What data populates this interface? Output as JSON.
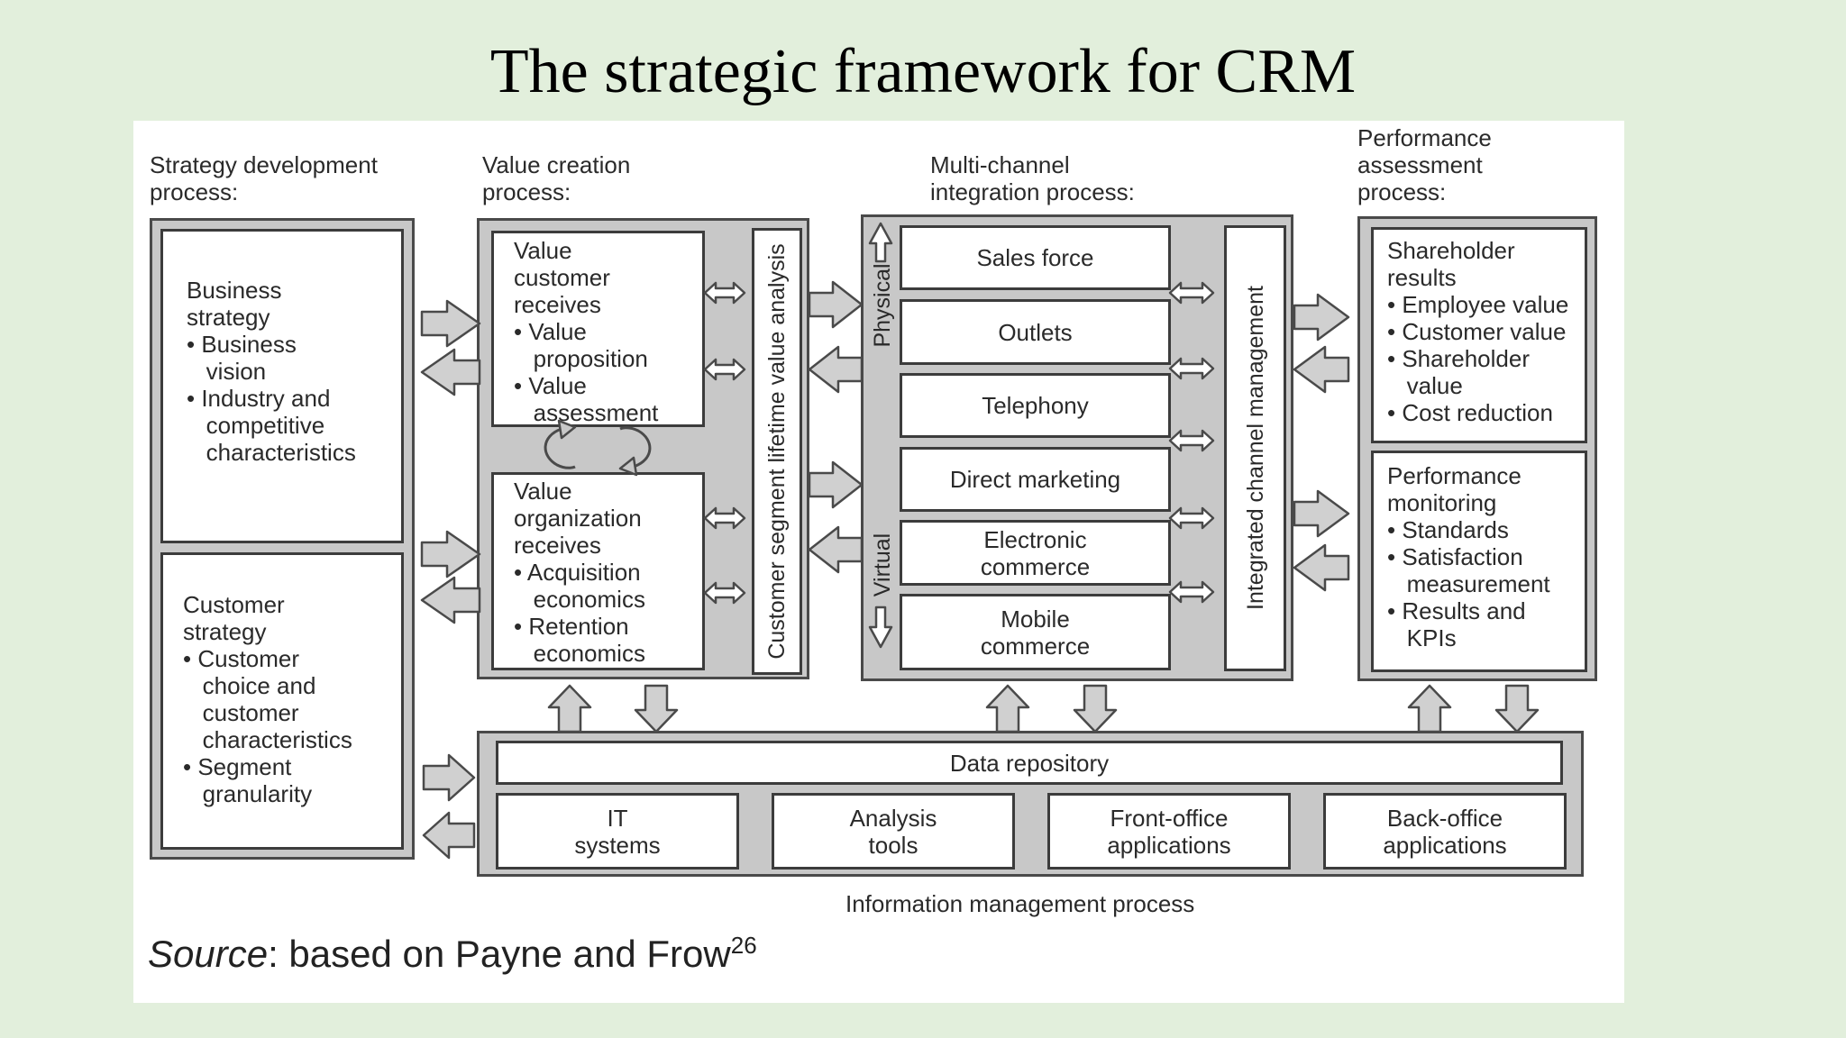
{
  "title": "The strategic framework for CRM",
  "headers": {
    "strategy": "Strategy development\nprocess:",
    "value": "Value creation\nprocess:",
    "multichannel": "Multi-channel\nintegration process:",
    "performance": "Performance\nassessment\nprocess:"
  },
  "strategy": {
    "business": "Business\nstrategy\n• Business\n   vision\n• Industry and\n   competitive\n   characteristics",
    "customer": "Customer\nstrategy\n• Customer\n   choice and\n   customer\n   characteristics\n• Segment\n   granularity"
  },
  "value": {
    "customer": "Value\ncustomer\nreceives\n• Value\n   proposition\n• Value\n   assessment",
    "organization": "Value\norganization\nreceives\n• Acquisition\n   economics\n• Retention\n   economics",
    "vertical_label": "Customer segment lifetime value analysis"
  },
  "channels": {
    "physical_label": "Physical",
    "virtual_label": "Virtual",
    "items": [
      "Sales force",
      "Outlets",
      "Telephony",
      "Direct marketing",
      "Electronic\ncommerce",
      "Mobile\ncommerce"
    ],
    "vertical_label": "Integrated channel management"
  },
  "performance": {
    "shareholder": "Shareholder\nresults\n• Employee value\n• Customer value\n• Shareholder\n   value\n• Cost reduction",
    "monitoring": "Performance\nmonitoring\n• Standards\n• Satisfaction\n   measurement\n• Results and\n   KPIs"
  },
  "info": {
    "repository": "Data repository",
    "items": [
      "IT\nsystems",
      "Analysis\ntools",
      "Front-office\napplications",
      "Back-office\napplications"
    ],
    "caption": "Information management process"
  },
  "source": {
    "italic": "Source",
    "text": ":  based on Payne and Frow",
    "superscript": "26"
  }
}
